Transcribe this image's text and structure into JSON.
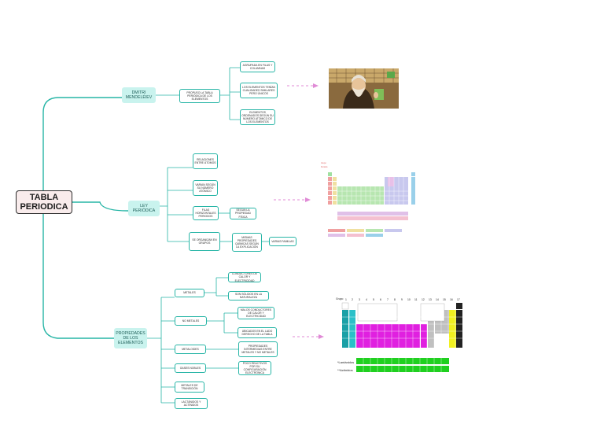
{
  "root": {
    "title": "TABLA PERIODICA"
  },
  "branches": {
    "mendeleiev": {
      "label": "DMITRI MENDELÉIEV",
      "propuso": "PROPUSO LA TABLA PERIÓDICA DE LOS ELEMENTOS",
      "leaves": [
        "AGRUPADA EN FILAS Y COLUMNAS",
        "LOS ELEMENTOS TENÍAN CUALIDADES SIMILARES PERO ÚNICOS",
        "ELEMENTOS ORDENADOS SEGÚN SU NÚMERO ATÓMICO DE LOS ELEMENTOS"
      ]
    },
    "ley": {
      "label": "LEY PERIÓDICA",
      "items": [
        "RELACIONES ENTRE ÁTOMOS",
        "VARIAN SEGÚN SU NÚMERO ATÓMICO",
        "FILAS HORIZONTALES PERIODOS",
        "SE ORGANIZAN EN GRUPOS"
      ],
      "periodos_child": "SEGÚN LA PROPIEDAD FÍSICA",
      "grupos_child": "MISMAS PROPIEDADES QUÍMICAS SEGÚN LA EXPLICACIÓN",
      "grupos_grandchild": "VARIAS FAMILIAS"
    },
    "propiedades": {
      "label": "PROPIEDADES DE LOS ELEMENTOS",
      "items": [
        "METALES",
        "NO METALES",
        "METALOIDES",
        "GASES NOBLES",
        "METALES DE TRANSICIÓN",
        "LACTÁNIDOS Y ACTÍNIDOS"
      ],
      "metales_children": [
        "CONDUCTORES DE CALOR Y ELECTRICIDAD",
        "SON SÓLIDOS EN LA NATURALEZA"
      ],
      "nometales_children": [
        "MALOS CONDUCTORES DE CALOR Y ELECTRICIDAD",
        "UBICADOS EN EL LADO DERECHO DE LA TABLA"
      ],
      "metaloides_child": "PROPIEDADES INTERMEDIAS ENTRE METALES Y NO METALES",
      "gases_child": "POCO REACTIVOS POR SU CONFIGURACIÓN ELECTRÓNICA"
    }
  },
  "images": {
    "portrait": "mendeleev-portrait",
    "table1": "periodic-table-color",
    "table2": "periodic-table-groups"
  },
  "table2_labels": {
    "lanthanides": "*Lantánidos",
    "actinides": "**Actínidos"
  },
  "colors": {
    "line": "#27b5a6",
    "dashed_connector": "#e08ad6",
    "topic_fill": "#c9f3ee",
    "root_fill": "#f9ecec"
  }
}
